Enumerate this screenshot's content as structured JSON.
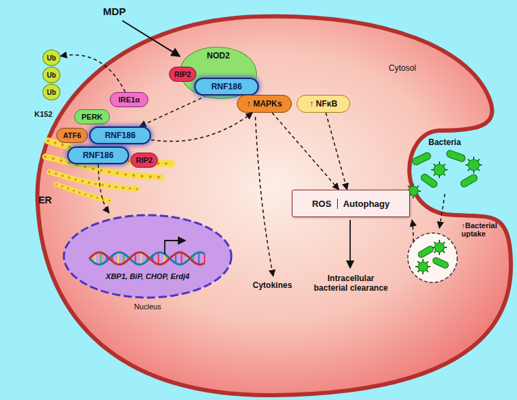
{
  "diagram": {
    "nodes": [
      {
        "text": [
          "NOD2"
        ]
      },
      {
        "text": [
          "RIP2"
        ]
      },
      {
        "text": [
          "RNF186"
        ]
      },
      {
        "text": [
          "Ub"
        ]
      },
      {
        "text": [
          "Ub"
        ]
      },
      {
        "text": [
          "Ub"
        ]
      },
      {
        "text": [
          "IRE1α"
        ]
      },
      {
        "text": [
          "PERK"
        ]
      },
      {
        "text": [
          "ATF6"
        ]
      },
      {
        "text": [
          "RNF186"
        ]
      },
      {
        "text": [
          "RNF186"
        ]
      },
      {
        "text": [
          "RIP2"
        ]
      },
      {
        "text": [
          "↑ MAPKs"
        ]
      },
      {
        "text": [
          "↑ NFκB"
        ]
      },
      {
        "text": [
          "XBP1, BiP, CHOP, Erdj4",
          "Nucleus"
        ]
      },
      {
        "text": [
          "ROS",
          "Autophagy"
        ]
      }
    ],
    "edges": [
      {
        "from": 2,
        "to": 9,
        "arrow": "to"
      },
      {
        "from": 9,
        "to": 12,
        "arrow": "to"
      },
      {
        "from": 10,
        "to": 14,
        "arrow": "to"
      },
      {
        "from": 6,
        "to": 3,
        "arrow": "to"
      },
      {
        "from": 12,
        "to": 15,
        "arrow": "to"
      },
      {
        "from": 13,
        "to": 15,
        "arrow": "to"
      }
    ],
    "labels": [
      "MDP",
      "Cytosol",
      "K152",
      "ER",
      "Bacteria",
      "↑Bacterial uptake",
      "Cytokines",
      "Intracellular bacterial clearance"
    ]
  }
}
